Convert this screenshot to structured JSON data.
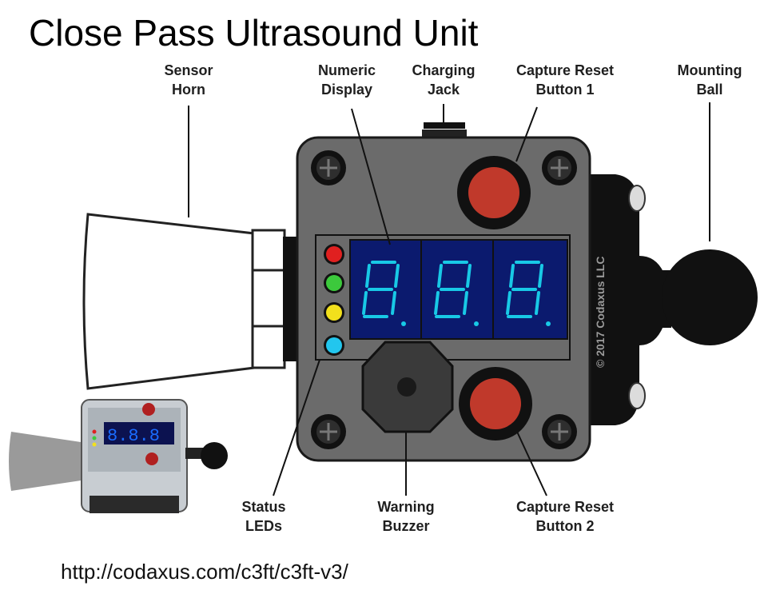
{
  "title": "Close Pass Ultrasound Unit",
  "url": "http://codaxus.com/c3ft/c3ft-v3/",
  "labels": {
    "sensor_horn": [
      "Sensor",
      "Horn"
    ],
    "numeric_display": [
      "Numeric",
      "Display"
    ],
    "charging_jack": [
      "Charging",
      "Jack"
    ],
    "capture_reset_1": [
      "Capture Reset",
      "Button 1"
    ],
    "mounting_ball": [
      "Mounting",
      "Ball"
    ],
    "status_leds": [
      "Status",
      "LEDs"
    ],
    "warning_buzzer": [
      "Warning",
      "Buzzer"
    ],
    "capture_reset_2": [
      "Capture Reset",
      "Button 2"
    ]
  },
  "copyright": "© 2017 Codaxus LLC",
  "colors": {
    "housing": "#6b6b6b",
    "display_bg": "#0b1a6e",
    "segment": "#18c9e6",
    "button": "#c0392b",
    "led_red": "#e02020",
    "led_green": "#3cc93c",
    "led_yellow": "#f2e01c",
    "led_cyan": "#22c6ee"
  },
  "icons": [
    "screw-icon",
    "seven-segment-digit"
  ]
}
